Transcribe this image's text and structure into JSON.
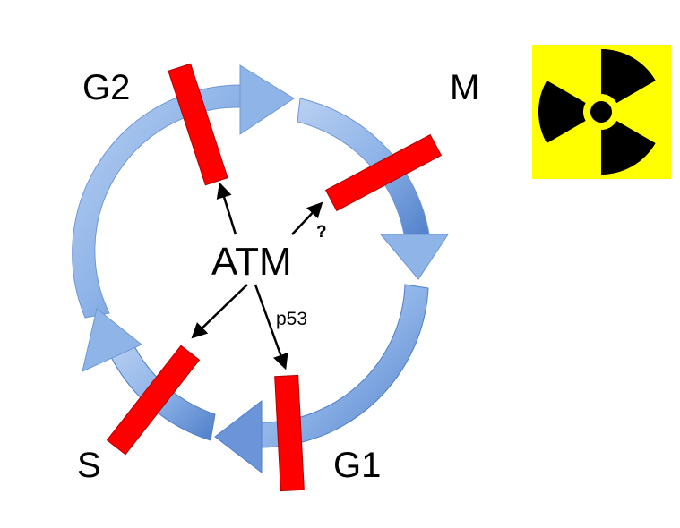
{
  "phases": {
    "g2": "G2",
    "m": "M",
    "g1": "G1",
    "s": "S"
  },
  "center": {
    "label": "ATM",
    "p53_label": "p53",
    "uncertain_label": "?"
  },
  "colors": {
    "arrow_fill": "#8fb4e8",
    "arrow_edge": "#4f7ec9",
    "checkpoint_bar": "#ff0000",
    "radiation_background": "#ffff00",
    "radiation_symbol": "#000000",
    "pointer_arrow": "#000000"
  },
  "icons": {
    "radiation": "radiation-trefoil-icon"
  }
}
